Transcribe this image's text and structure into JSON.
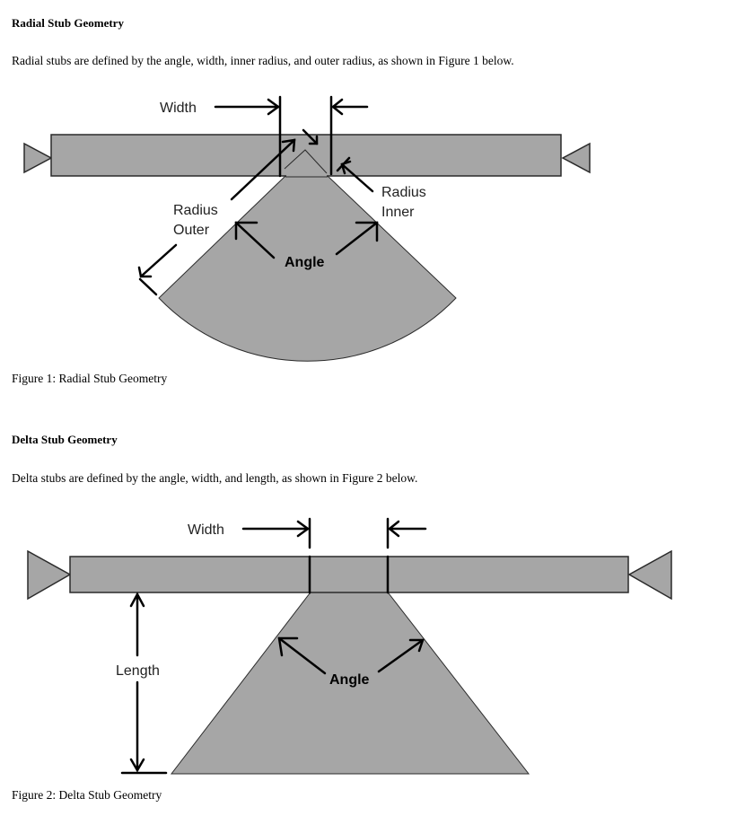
{
  "sections": {
    "radial": {
      "heading": "Radial Stub Geometry",
      "paragraph": "Radial stubs are defined by the angle, width, inner radius, and outer radius, as shown in Figure 1 below.",
      "figure": {
        "labels": {
          "width": "Width",
          "radius_outer_line1": "Radius",
          "radius_outer_line2": "Outer",
          "radius_inner_line1": "Radius",
          "radius_inner_line2": "Inner",
          "angle": "Angle"
        },
        "caption": "Figure 1: Radial Stub Geometry"
      }
    },
    "delta": {
      "heading": "Delta Stub Geometry",
      "paragraph": "Delta stubs are defined by the angle, width, and length, as shown in Figure 2 below.",
      "figure": {
        "labels": {
          "width": "Width",
          "length": "Length",
          "angle": "Angle"
        },
        "caption": "Figure 2: Delta Stub Geometry"
      }
    }
  },
  "colors": {
    "shape_fill": "#a6a6a6",
    "outline": "#2a2a2a"
  }
}
